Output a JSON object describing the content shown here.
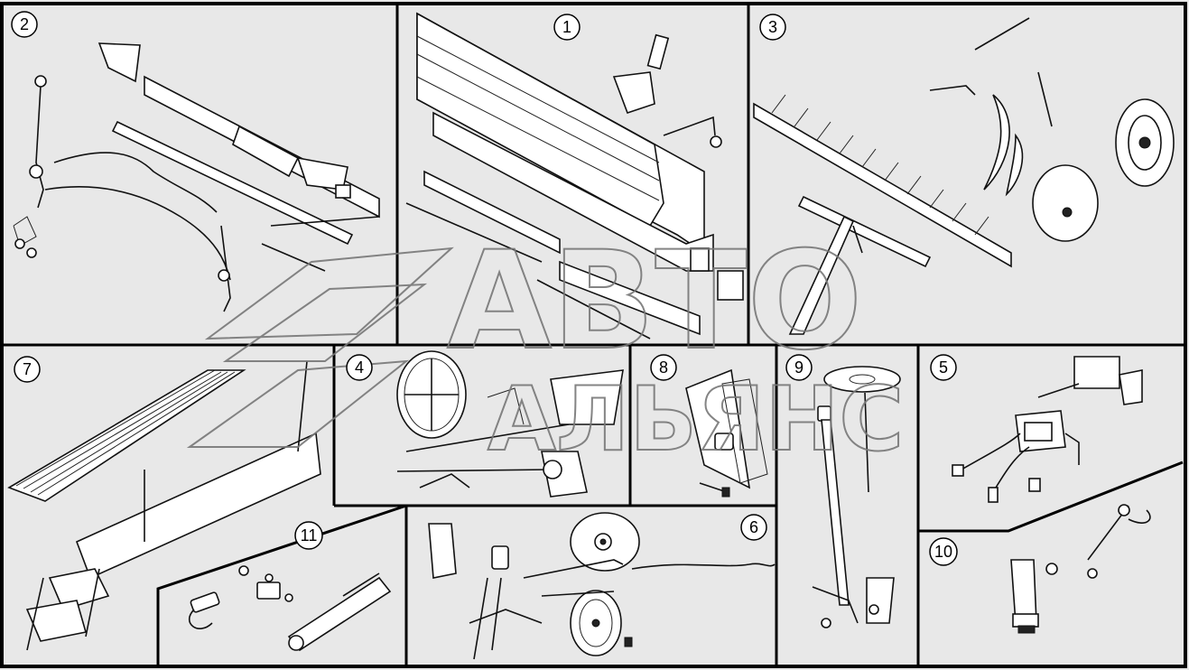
{
  "diagram": {
    "panel_labels": [
      "1",
      "2",
      "3",
      "4",
      "5",
      "6",
      "7",
      "8",
      "9",
      "10",
      "11"
    ],
    "watermark": {
      "line1": "АВТО",
      "line2": "АЛЬЯНС"
    },
    "colors": {
      "background": "#e8e8e8",
      "frame": "#000000",
      "drawing": "#111111",
      "watermark": "#777777"
    }
  }
}
